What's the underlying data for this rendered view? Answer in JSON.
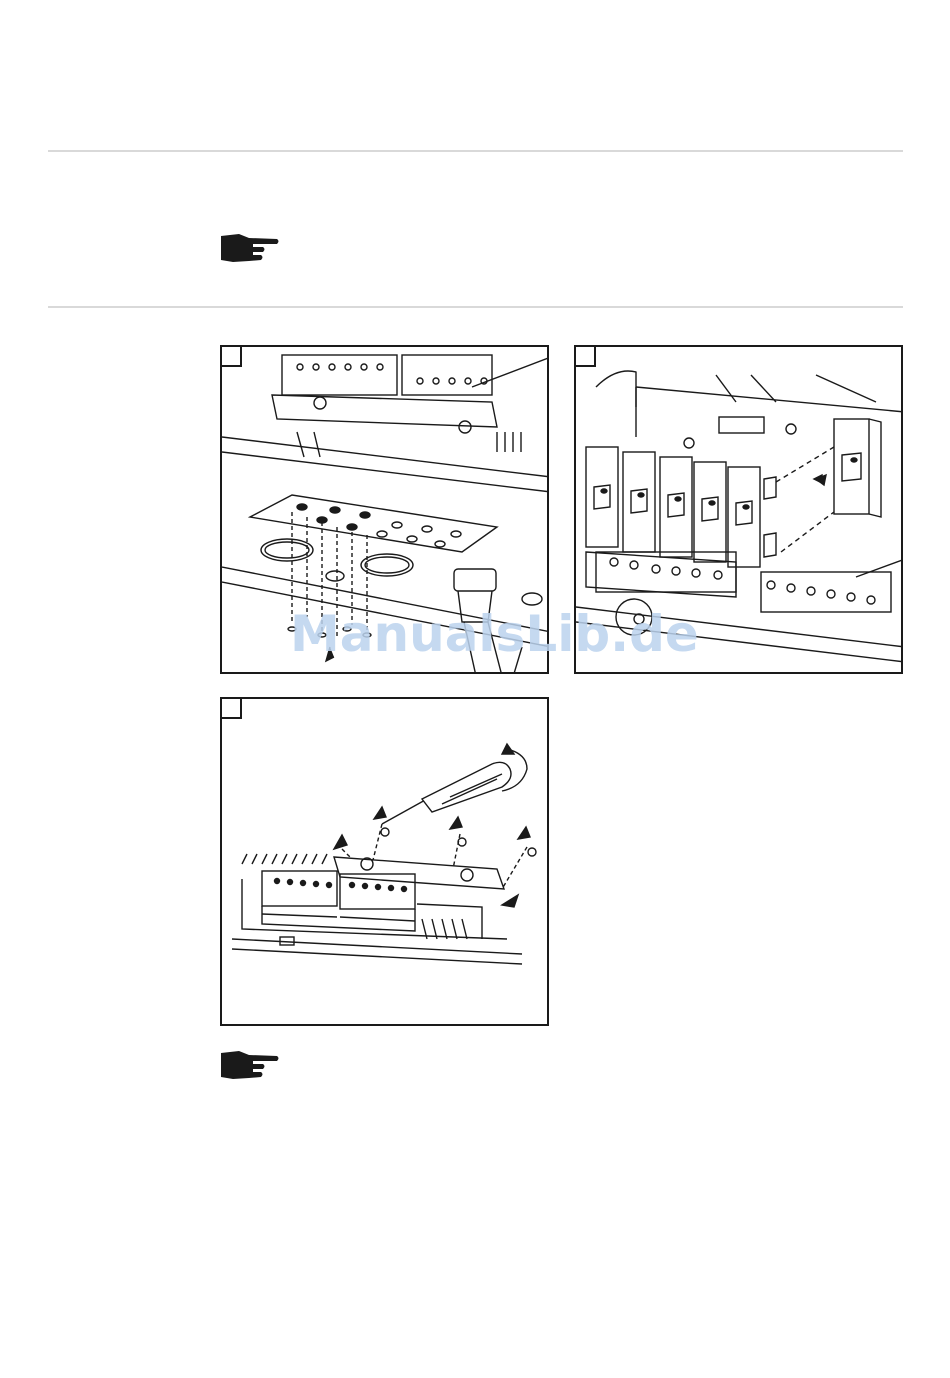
{
  "page": {
    "watermark": "ManualsLib.de"
  },
  "panels": [
    {
      "id": 1,
      "label": "",
      "description": "cable-gland-insertion"
    },
    {
      "id": 2,
      "label": "",
      "description": "fuse-holder-insertion"
    },
    {
      "id": 3,
      "label": "",
      "description": "cover-screw-fastening"
    }
  ],
  "icons": {
    "note_hand": "pointing-hand-icon"
  },
  "colors": {
    "rule": "#d9d9d9",
    "line": "#1a1a1a",
    "watermark": "#bcd3ee"
  }
}
